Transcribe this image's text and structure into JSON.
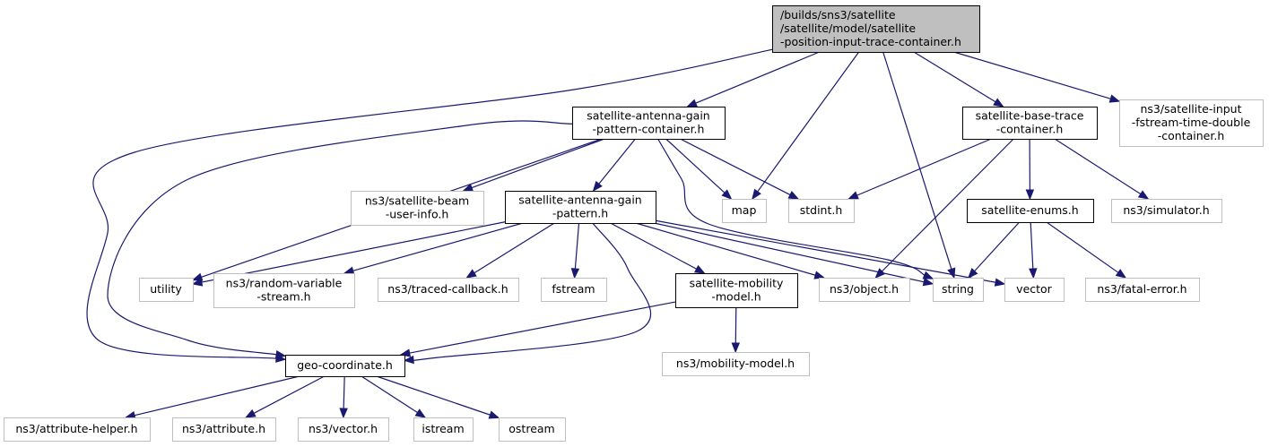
{
  "colors": {
    "edge": "#191970",
    "root_fill": "#bfbfbf",
    "root_border": "#000000",
    "documented_border": "#000000",
    "external_border": "#bfbfbf",
    "external_fill": "#ffffff"
  },
  "nodes": [
    {
      "id": "root",
      "kind": "root",
      "lines": [
        "/builds/sns3/satellite",
        "/satellite/model/satellite",
        "-position-input-trace-container.h"
      ]
    },
    {
      "id": "antenna-gain-pattern-container",
      "kind": "documented",
      "lines": [
        "satellite-antenna-gain",
        "-pattern-container.h"
      ]
    },
    {
      "id": "base-trace-container",
      "kind": "documented",
      "lines": [
        "satellite-base-trace",
        "-container.h"
      ]
    },
    {
      "id": "input-fstream",
      "kind": "external",
      "lines": [
        "ns3/satellite-input",
        "-fstream-time-double",
        "-container.h"
      ]
    },
    {
      "id": "beam-user-info",
      "kind": "external",
      "lines": [
        "ns3/satellite-beam",
        "-user-info.h"
      ]
    },
    {
      "id": "antenna-gain-pattern",
      "kind": "documented",
      "lines": [
        "satellite-antenna-gain",
        "-pattern.h"
      ]
    },
    {
      "id": "map",
      "kind": "external",
      "lines": [
        "map"
      ]
    },
    {
      "id": "stdint",
      "kind": "external",
      "lines": [
        "stdint.h"
      ]
    },
    {
      "id": "satellite-enums",
      "kind": "documented",
      "lines": [
        "satellite-enums.h"
      ]
    },
    {
      "id": "simulator",
      "kind": "external",
      "lines": [
        "ns3/simulator.h"
      ]
    },
    {
      "id": "utility",
      "kind": "external",
      "lines": [
        "utility"
      ]
    },
    {
      "id": "random-variable",
      "kind": "external",
      "lines": [
        "ns3/random-variable",
        "-stream.h"
      ]
    },
    {
      "id": "traced-callback",
      "kind": "external",
      "lines": [
        "ns3/traced-callback.h"
      ]
    },
    {
      "id": "fstream",
      "kind": "external",
      "lines": [
        "fstream"
      ]
    },
    {
      "id": "mobility-model",
      "kind": "documented",
      "lines": [
        "satellite-mobility",
        "-model.h"
      ]
    },
    {
      "id": "object",
      "kind": "external",
      "lines": [
        "ns3/object.h"
      ]
    },
    {
      "id": "string",
      "kind": "external",
      "lines": [
        "string"
      ]
    },
    {
      "id": "vector",
      "kind": "external",
      "lines": [
        "vector"
      ]
    },
    {
      "id": "fatal-error",
      "kind": "external",
      "lines": [
        "ns3/fatal-error.h"
      ]
    },
    {
      "id": "geo-coordinate",
      "kind": "documented",
      "lines": [
        "geo-coordinate.h"
      ]
    },
    {
      "id": "ns3-mobility-model",
      "kind": "external",
      "lines": [
        "ns3/mobility-model.h"
      ]
    },
    {
      "id": "attribute-helper",
      "kind": "external",
      "lines": [
        "ns3/attribute-helper.h"
      ]
    },
    {
      "id": "attribute",
      "kind": "external",
      "lines": [
        "ns3/attribute.h"
      ]
    },
    {
      "id": "ns3-vector",
      "kind": "external",
      "lines": [
        "ns3/vector.h"
      ]
    },
    {
      "id": "istream",
      "kind": "external",
      "lines": [
        "istream"
      ]
    },
    {
      "id": "ostream",
      "kind": "external",
      "lines": [
        "ostream"
      ]
    }
  ],
  "edges": [
    {
      "from": "root",
      "to": "antenna-gain-pattern-container"
    },
    {
      "from": "root",
      "to": "base-trace-container"
    },
    {
      "from": "root",
      "to": "input-fstream"
    },
    {
      "from": "root",
      "to": "map"
    },
    {
      "from": "root",
      "to": "string"
    },
    {
      "from": "root",
      "to": "geo-coordinate"
    },
    {
      "from": "antenna-gain-pattern-container",
      "to": "beam-user-info"
    },
    {
      "from": "antenna-gain-pattern-container",
      "to": "antenna-gain-pattern"
    },
    {
      "from": "antenna-gain-pattern-container",
      "to": "map"
    },
    {
      "from": "antenna-gain-pattern-container",
      "to": "stdint"
    },
    {
      "from": "antenna-gain-pattern-container",
      "to": "utility"
    },
    {
      "from": "antenna-gain-pattern-container",
      "to": "string"
    },
    {
      "from": "antenna-gain-pattern-container",
      "to": "geo-coordinate"
    },
    {
      "from": "base-trace-container",
      "to": "stdint"
    },
    {
      "from": "base-trace-container",
      "to": "satellite-enums"
    },
    {
      "from": "base-trace-container",
      "to": "simulator"
    },
    {
      "from": "base-trace-container",
      "to": "object"
    },
    {
      "from": "antenna-gain-pattern",
      "to": "utility"
    },
    {
      "from": "antenna-gain-pattern",
      "to": "random-variable"
    },
    {
      "from": "antenna-gain-pattern",
      "to": "traced-callback"
    },
    {
      "from": "antenna-gain-pattern",
      "to": "fstream"
    },
    {
      "from": "antenna-gain-pattern",
      "to": "mobility-model"
    },
    {
      "from": "antenna-gain-pattern",
      "to": "object"
    },
    {
      "from": "antenna-gain-pattern",
      "to": "string"
    },
    {
      "from": "antenna-gain-pattern",
      "to": "vector"
    },
    {
      "from": "antenna-gain-pattern",
      "to": "geo-coordinate"
    },
    {
      "from": "satellite-enums",
      "to": "string"
    },
    {
      "from": "satellite-enums",
      "to": "vector"
    },
    {
      "from": "satellite-enums",
      "to": "fatal-error"
    },
    {
      "from": "mobility-model",
      "to": "geo-coordinate"
    },
    {
      "from": "mobility-model",
      "to": "ns3-mobility-model"
    },
    {
      "from": "geo-coordinate",
      "to": "attribute-helper"
    },
    {
      "from": "geo-coordinate",
      "to": "attribute"
    },
    {
      "from": "geo-coordinate",
      "to": "ns3-vector"
    },
    {
      "from": "geo-coordinate",
      "to": "istream"
    },
    {
      "from": "geo-coordinate",
      "to": "ostream"
    }
  ]
}
